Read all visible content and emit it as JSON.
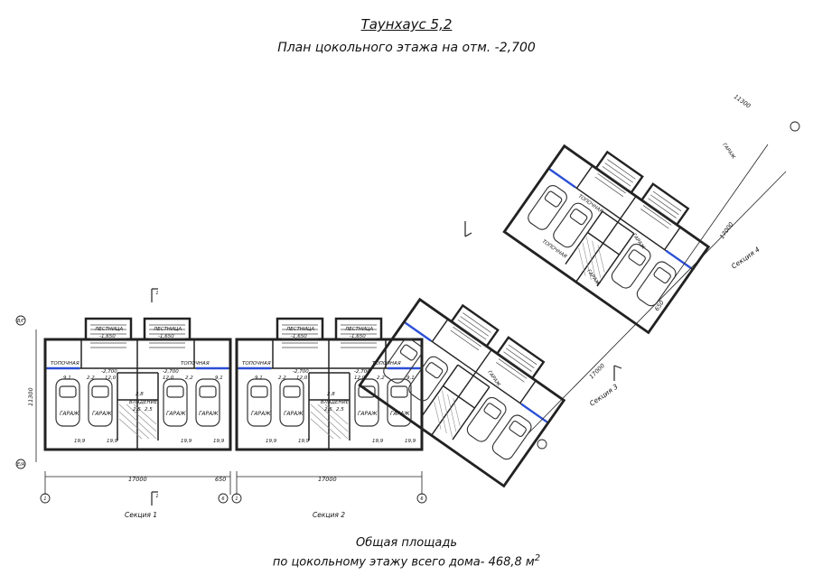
{
  "title": {
    "line1": "Таунхаус 5,2",
    "line2": "План цокольного этажа на отм. -2,700"
  },
  "footer": {
    "line1": "Общая площадь",
    "line2": "по цокольному этажу всего дома- 468,8 м",
    "superscript": "2"
  },
  "sections": [
    "Секция 1",
    "Секция 2",
    "Секция 3",
    "Секция 4"
  ],
  "rooms": {
    "garage": "ГАРАЖ",
    "boiler": "ТОПОЧНАЯ",
    "stair": "ЛЕСТНИЦА",
    "bath": "ВЛАДЕНИЕ",
    "stair_level": "-1,650",
    "level": "-2,700",
    "areas": [
      "9,1",
      "2,2",
      "12,0",
      "12,0",
      "2,2",
      "9,1",
      "19,9",
      "2,5",
      "2,5",
      "19,9",
      "2,8"
    ]
  },
  "dimensions": {
    "width": "17000",
    "offset": "650",
    "depth": "11300"
  },
  "axes": {
    "left_top": "В/Г",
    "left_bottom": "Е/А",
    "s1_left": "1",
    "s1_right": "6",
    "s2_left": "1",
    "s2_right": "6",
    "cut": "1"
  }
}
